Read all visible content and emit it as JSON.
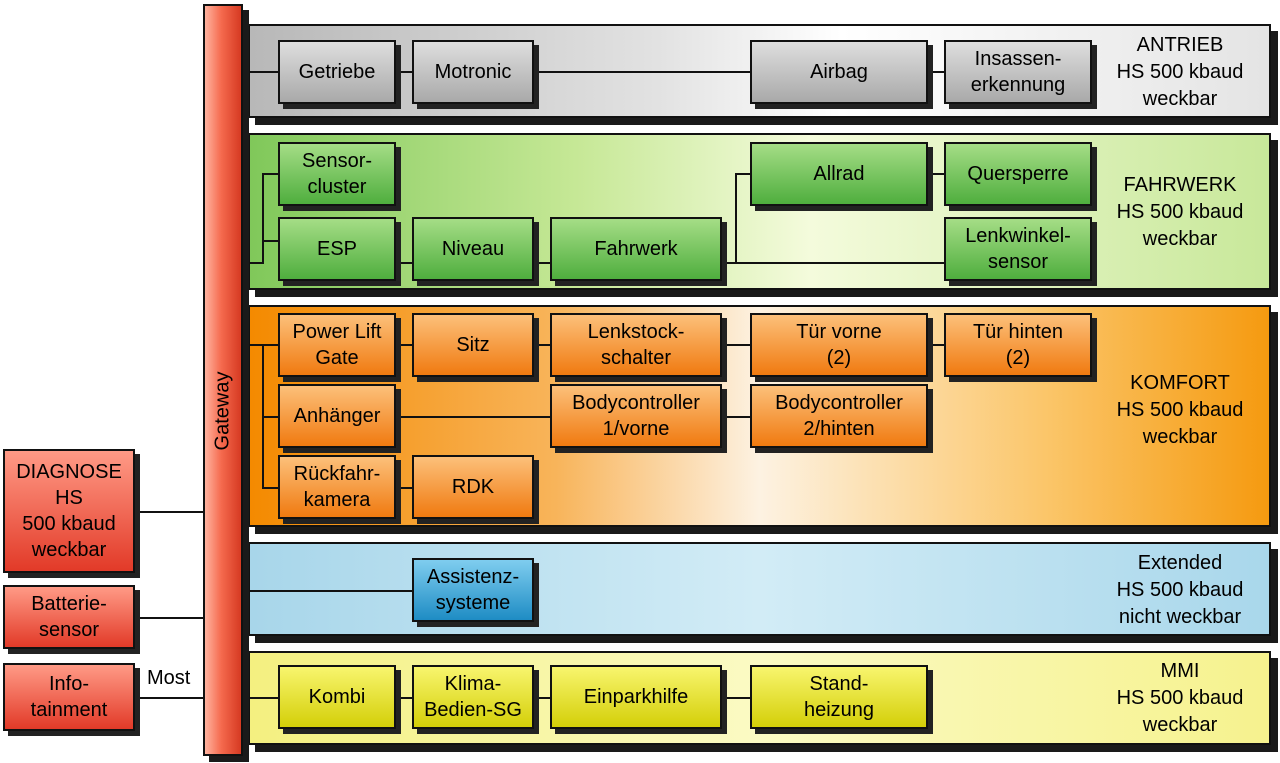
{
  "gateway": {
    "label": "Gateway"
  },
  "side_units": [
    {
      "label": "DIAGNOSE\nHS\n500 kbaud\nweckbar"
    },
    {
      "label": "Batterie-\nsensor"
    },
    {
      "label": "Info-\ntainment"
    }
  ],
  "most_label": "Most",
  "buses": {
    "antrieb": {
      "label": "ANTRIEB\nHS 500 kbaud\nweckbar",
      "ecus": [
        "Getriebe",
        "Motronic",
        "Airbag",
        "Insassen-\nerkennung"
      ]
    },
    "fahrwerk": {
      "label": "FAHRWERK\nHS 500 kbaud\nweckbar",
      "ecus": [
        "Sensor-\ncluster",
        "ESP",
        "Niveau",
        "Fahrwerk",
        "Allrad",
        "Quersperre",
        "Lenkwinkel-\nsensor"
      ]
    },
    "komfort": {
      "label": "KOMFORT\nHS 500 kbaud\nweckbar",
      "ecus": [
        "Power Lift\nGate",
        "Sitz",
        "Lenkstock-\nschalter",
        "Tür vorne\n(2)",
        "Tür hinten\n(2)",
        "Anhänger",
        "Bodycontroller\n1/vorne",
        "Bodycontroller\n2/hinten",
        "Rückfahr-\nkamera",
        "RDK"
      ]
    },
    "extended": {
      "label": "Extended\nHS 500 kbaud\nnicht weckbar",
      "ecus": [
        "Assistenz-\nsysteme"
      ]
    },
    "mmi": {
      "label": "MMI\nHS 500 kbaud\nweckbar",
      "ecus": [
        "Kombi",
        "Klima-\nBedien-SG",
        "Einparkhilfe",
        "Stand-\nheizung"
      ]
    }
  },
  "colors": {
    "antrieb": "#b8b8b8",
    "fahrwerk": "#5cb545",
    "komfort": "#f27d12",
    "extended": "#2a95cc",
    "mmi": "#dcd70e",
    "gateway": "#e8442b"
  }
}
